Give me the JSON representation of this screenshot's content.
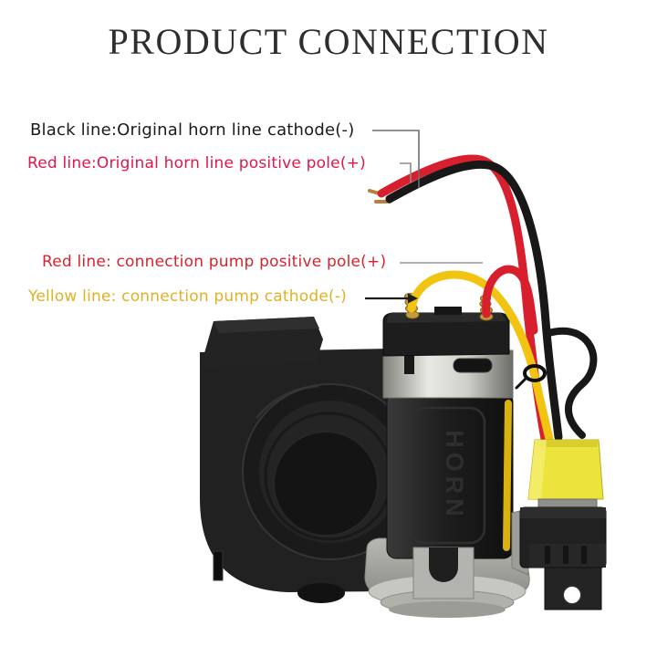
{
  "title": "PRODUCT CONNECTION",
  "annotations": {
    "black_horn": {
      "label": "Black line:Original horn line cathode(-)",
      "color": "#1b1b1b"
    },
    "red_horn": {
      "label": "Red line:Original horn line positive pole(+)",
      "color": "#e0164b"
    },
    "red_pump": {
      "label": "Red line: connection pump positive pole(+)",
      "color": "#d8232e"
    },
    "yellow_pump": {
      "label": "Yellow line: connection pump cathode(-)",
      "color": "#dfb125"
    }
  },
  "product": {
    "embossed_label": "HORN",
    "colors": {
      "wire_red": "#d81f2e",
      "wire_black": "#181818",
      "wire_yellow": "#f1c411",
      "relay_socket_yellow": "#ece33c",
      "terminal_gold": "#c29b3d",
      "body_black": "#202020",
      "metal_silver": "#b9b9b5"
    }
  }
}
